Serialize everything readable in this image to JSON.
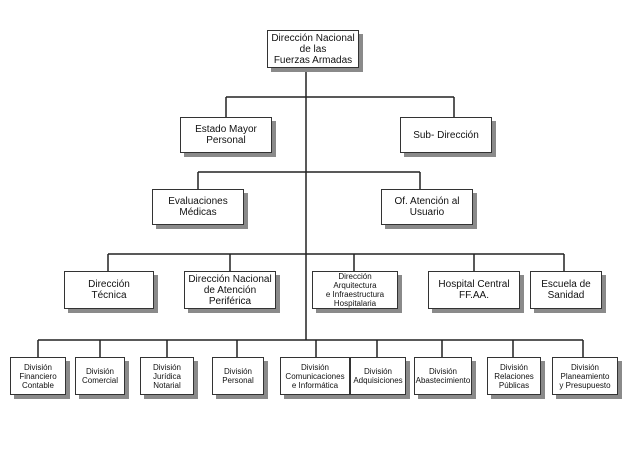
{
  "org_chart": {
    "director": "Dirección Nacional\nde las\nFuerzas Armadas",
    "staff": "Estado Mayor\nPersonal",
    "sub_direction": "Sub- Dirección",
    "medical_evaluations": "Evaluaciones\nMédicas",
    "user_attention": "Of. Atención al\nUsuario",
    "directions": [
      "Dirección\nTécnica",
      "Dirección Nacional\nde Atención\nPeriférica",
      "Dirección\nArquitectura\ne Infraestructura\nHospitalaria",
      "Hospital Central\nFF.AA.",
      "Escuela de\nSanidad"
    ],
    "divisions": [
      "División\nFinanciero\nContable",
      "División\nComercial",
      "División\nJurídica\nNotarial",
      "División\nPersonal",
      "División\nComunicaciones\ne Informática",
      "División\nAdquisiciones",
      "División\nAbastecimiento",
      "División\nRelaciones\nPúblicas",
      "División\nPlaneamiento\ny Presupuesto"
    ]
  }
}
